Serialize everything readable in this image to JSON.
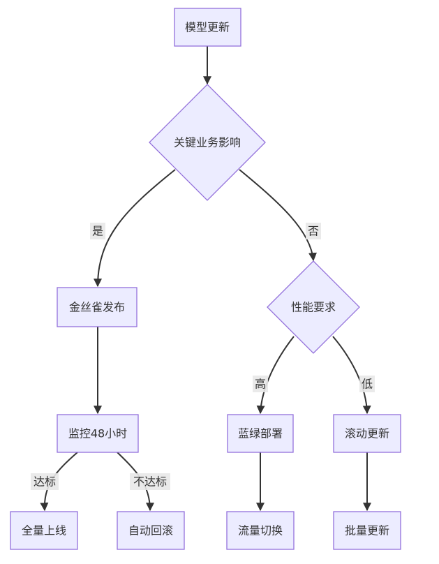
{
  "nodes": {
    "update": "模型更新",
    "impact": "关键业务影响",
    "canary": "金丝雀发布",
    "perf": "性能要求",
    "monitor": "监控48小时",
    "bluegreen": "蓝绿部署",
    "rolling": "滚动更新",
    "full": "全量上线",
    "rollback": "自动回滚",
    "switch": "流量切换",
    "batch": "批量更新"
  },
  "edge_labels": {
    "yes": "是",
    "no": "否",
    "high": "高",
    "low": "低",
    "pass": "达标",
    "fail": "不达标"
  },
  "colors": {
    "node_fill": "#ECECFF",
    "node_stroke": "#9370DB",
    "edge": "#333333",
    "label_bg": "#E8E8E8"
  }
}
